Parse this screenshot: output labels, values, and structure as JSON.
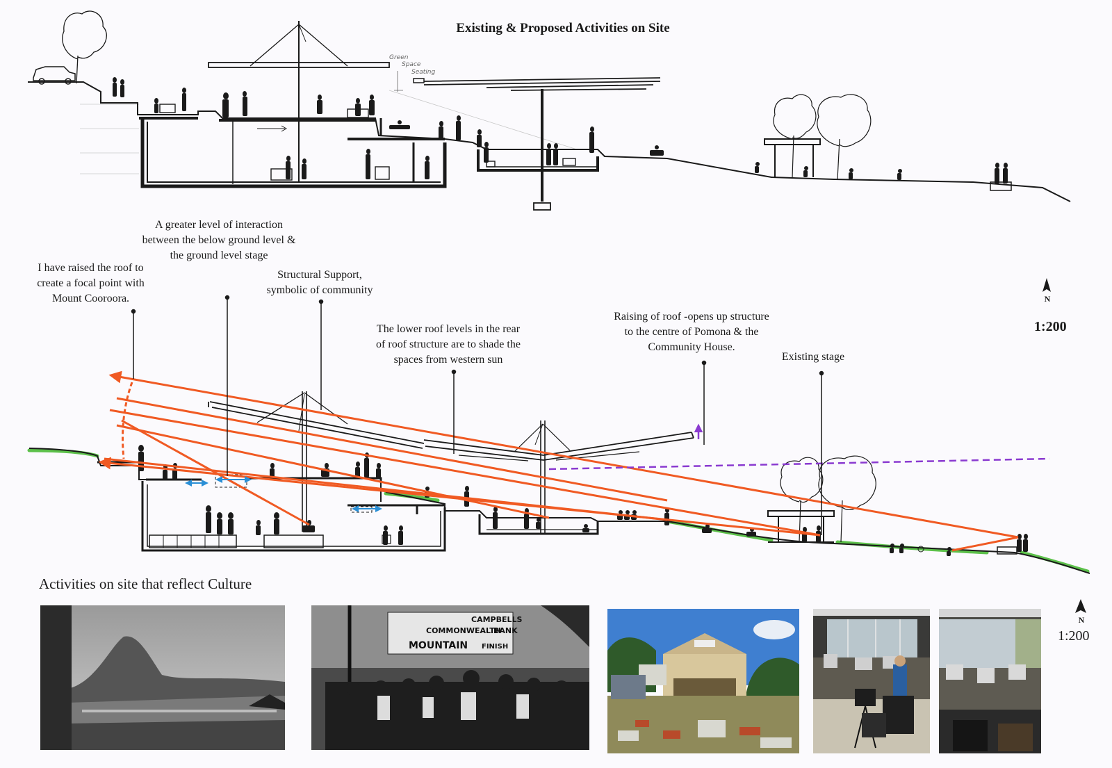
{
  "title": "Existing & Proposed Activities on Site",
  "annotations": {
    "interaction": "A greater level of interaction\nbetween the below ground level &\nthe ground level stage",
    "roof_focal": "I have raised the roof to\ncreate a focal point with\nMount Cooroora.",
    "structural": "Structural Support,\nsymbolic of community",
    "lower_roof": "The lower roof levels in the rear\nof roof structure are to shade the\nspaces from western sun",
    "raising_roof": "Raising of roof -opens up structure\nto the centre of Pomona & the\nCommunity House.",
    "existing_stage": "Existing stage"
  },
  "sketch_handwriting": [
    "Green",
    "Space",
    "Seating"
  ],
  "north_letter": "N",
  "scale_upper": "1:200",
  "scale_lower": "1:200",
  "activities_heading": "Activities on site that reflect Culture",
  "photo_banner": {
    "line1": "CAMPBELLS",
    "line2": "COMMONWEALTH",
    "line3": "BANK",
    "line4": "MOUNTAIN",
    "line5": "FINISH"
  },
  "colors": {
    "sightline": "#f05a23",
    "arrow_blue": "#2a8fd6",
    "purple_dash": "#8a3ad0",
    "grass": "#5cc04a",
    "ink": "#1a1a1a"
  }
}
